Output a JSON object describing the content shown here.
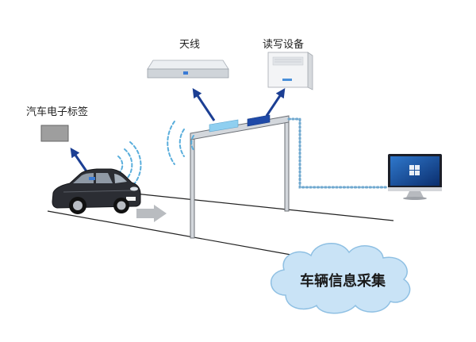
{
  "labels": {
    "antenna": "天线",
    "reader": "读写设备",
    "car_tag": "汽车电子标签",
    "cloud": "车辆信息采集"
  },
  "icons": {
    "antenna": "antenna-panel-icon",
    "reader": "rfid-reader-icon",
    "tag": "electronic-tag-icon",
    "car": "car-icon",
    "monitor": "computer-monitor-icon",
    "cloud": "cloud-icon",
    "direction": "gray-right-arrow-icon"
  },
  "colors": {
    "arrow": "#1c3f94",
    "signal": "#5aaedc",
    "link": "#6fa8cf",
    "cloud_fill": "#c9e3f6",
    "cloud_stroke": "#8fc0e3",
    "tag_light": "#8fcff0",
    "tag_dark": "#1f4aa8",
    "car_tag_gray": "#9e9e9e"
  }
}
